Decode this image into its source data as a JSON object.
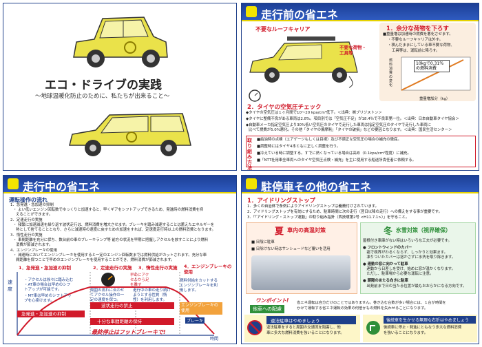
{
  "cover": {
    "title": "エコ・ドライブの実践",
    "subtitle": "～地球温暖化防止のために、私たちが出来ること～"
  },
  "pre": {
    "header": "走行前の省エネ",
    "roof_label": "不要なルーフキャリア",
    "cargo_label": "不要な荷物・工具等",
    "sec1_title": "1．余分な荷物を下ろす",
    "sec1_lines": [
      "■重量増は加速時の燃費を悪化させます。",
      "・不要なルーフキャリアは外す。",
      "・積んだままにしている車不要な荷物、",
      "工具等は、運転前に降ろす。"
    ],
    "graph_note": "10kgで0.31％の燃料消費",
    "graph_ylabel": "燃料消費の変化",
    "graph_xlabel": "重量増加分（kg）",
    "sec2_title": "2．タイヤの空気圧チェック",
    "sec2_lines": [
      "◆タイヤの空気圧は１ヶ月間で10～20 kpa/cm²低下。＜出典：㈱ブリジストン＞",
      "◆タイヤに整備不良がある車両は2.8%。項目別では「空気圧不足」が18.4％で不良率第一位。＜出典：日本自動車タイヤ協会＞",
      "◆自動車メーカ指定空気圧より30%低い空気圧のタイヤで走行した車両は指定空気圧のタイヤで走行した車両に",
      "比べて燃費が5.0%悪化。その他「タイヤの偏摩耗」「タイヤの破損」などの要因となります。＜出典：国民生活センター＞"
    ],
    "check_label": "取り組み方法",
    "check_lines": [
      "■給油時の点検（エアゲージもしくは目視）及び不適正な空気圧の場合の補充の徹底。",
      "■調整時にはタイヤ4本ともに正しく調整を行う。",
      "■冷えている時に調整する。すでに熱くなっている場合は高め（0.1kpa/cm²程度）に補充。",
      "■「NTT社用車全車両へのタイヤ空気圧点検・補充」を主に使用する船送所責任者に依頼する。"
    ]
  },
  "drive": {
    "header": "走行中の省エネ",
    "flow_title": "運転操作の流れ",
    "items": [
      "1．急発進・急加速の抑制",
      "・ よい低いエンジン回転数でゆっくりと加速すると、早くギアをシフトアップできるため、発進時の燃料消費を抑",
      "えることができます。",
      "2．定速走行の実施",
      "・ 頻繁に加速減速を繰り返す波状走行は、燃料消費を増大させます。ブレーキを踏み減速することは蓄えたエネルギーを",
      "熱として捨てることとなり、さらに減速時の速度に戻すための加速をすれば、定速度走行時以上の燃料消費となります。",
      "3．惰性走行の実施",
      "・ 車間距離を充分に保ち、数台前の車のブレーキランプ等 前方の状況を早期に把握しアクセルを放すことにより燃料",
      "消費が節減されます。",
      "4．エンジンブレーキの使用",
      "・ 減速時においてエンジンブレーキを使用すると一定のエンジン回転数までは燃料供給がカットされます。充分な車",
      "間距離を保つことで早めのエンジンブレーキを使用することができ、燃料消費が節減されます。"
    ],
    "phase_labels": [
      "1．急発進・急加速の抑制",
      "2．定速走行の実施",
      "3．惰性走行の実施",
      "4．エンジンブレーキの使用"
    ],
    "notes": [
      "・アクセルは徐々に踏み込む",
      "・AT車の場合は早めのシフトアップが可能です。",
      "・MT車は早めのシフトアップを心掛けます。",
      "周囲の流れに合わせてアクセル操作の一定の速度を保つ。",
      "早めにアクセルから足を離す",
      "走行中の車の走り続けようとする性質（惰性）を利用します。",
      "燃料供給をカットするエンジンブレーキを利用します。"
    ],
    "band_labels": [
      "急発進・急加速の抑制",
      "波状走行の禁止",
      "十分な車間距離の保持",
      "エンジンブレーキの使用"
    ],
    "final": "最終停止はフットブレーキで!",
    "brake_label": "ブレーキ",
    "axis_y": "速度",
    "axis_x": "時間"
  },
  "park": {
    "header": "駐停車その他の省エネ",
    "sec1_title": "1．アイドリングストップ",
    "sec1_lines": [
      "1．多くの自治体で条例によりアイドリングストップは義務付けされています。",
      "2．アイドリングストップを有効にするため、駐車時間に次の走行（翌日以降の走行）への備えをする事が重要です。",
      "3．「「アイドリング・ストップ運動」の取り組み指針（西技環第2号 <H11.7.1>）」を守ること。"
    ],
    "summer_title": "夏",
    "summer_sub": "車内の高温対策",
    "summer_items": [
      "■ 日陰に駐車",
      "■ 日除けない時はサンシェードなど覆いを活用"
    ],
    "winter_title": "冬",
    "winter_sub": "氷雪対策（視界確保）",
    "winter_lines": [
      "屋根付き車庫がない時はいろいろな工夫が必要です。",
      "● フロントウィンドのカバー",
      "　霜で視界がわるくならず、しっかりと効果ます。",
      "　凍りついたカバーは溶かさずに水洗を取り除きます。",
      "● 連動の窓に向かって駐車",
      "　連動から日差しを受け、始めに窓が温かくなります。",
      "　ただし、駐車場から必要な運転に注意。",
      "● 朝陽のあたる向きに駐車",
      "　出発前まで日の当たる位置が最もおおらかになる方向です。"
    ],
    "onepoint_title": "ワンポイント!",
    "onepoint_tag": "他車への配慮",
    "onepoint_text": [
      "省エネ運転は自分だけのことではありません。巻き込む台数が多い場合には、１台が時間を",
      "かけて運転する省エネ運転の効果の何倍かもの燃料を失わせることになります。"
    ],
    "bottom_left_title": "違法駐車はやめましょう",
    "bottom_left_text": [
      "違法駐車をすると周囲の交通流を阻害し、他",
      "車に多大な燃料消費を強いることになります。"
    ],
    "bottom_right_title": "後続車を生かせる無理な右折はやめましょう",
    "bottom_right_text": [
      "後続車に停止・発進にともなう多大な燃料消費",
      "を強いることになります。"
    ]
  },
  "colors": {
    "navy": "#1e3f8a",
    "yellow": "#e6d200",
    "red": "#d11a2a",
    "orange": "#f2a23c",
    "green": "#2f8f3a"
  }
}
